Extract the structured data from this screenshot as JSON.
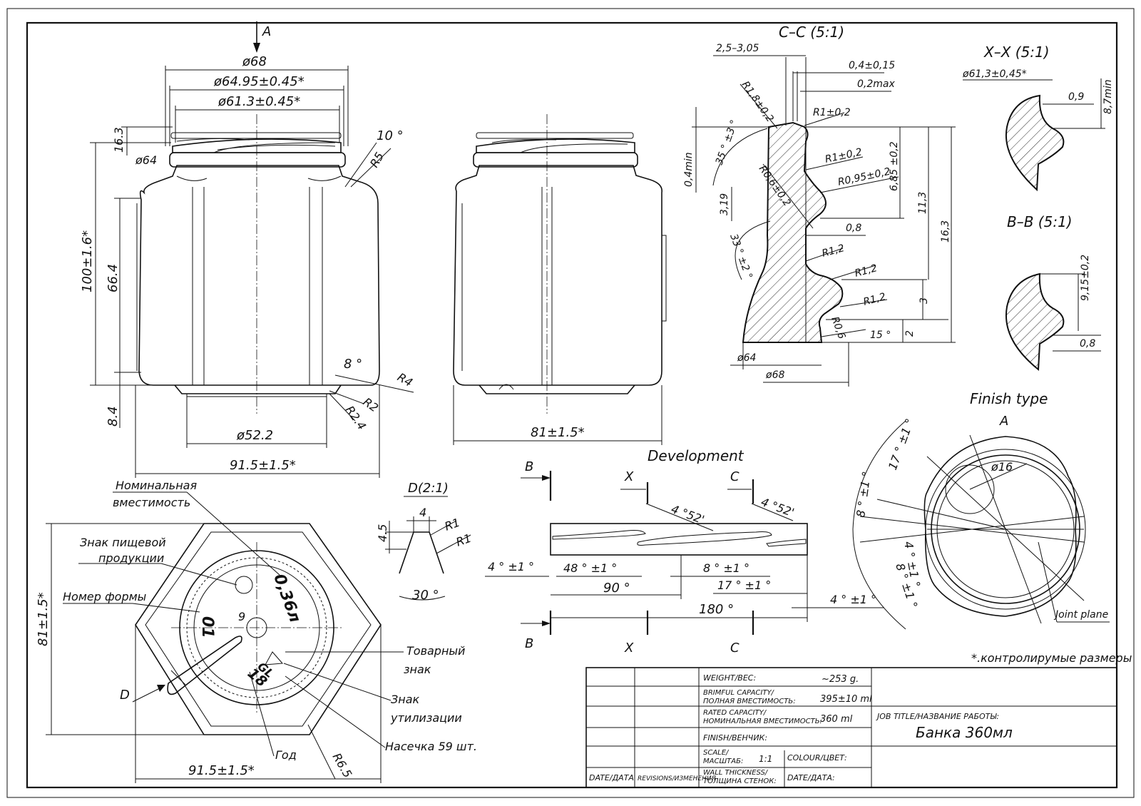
{
  "views": {
    "front": {
      "dims": [
        "ø68",
        "ø64.95±0.45*",
        "ø61.3±0.45*",
        "16.3",
        "ø64",
        "10 °",
        "R5",
        "100±1.6*",
        "66.4",
        "8.4",
        "8 °",
        "R4",
        "R2",
        "R2.4",
        "ø52.2",
        "91.5±1.5*"
      ],
      "view_arrow": "A"
    },
    "side": {
      "dims": [
        "81±1.5*"
      ]
    },
    "section_cc": {
      "title": "C–C (5:1)",
      "dims": [
        "2,5–3,05",
        "0,4±0,15",
        "0,2max",
        "R1,8±0,2",
        "R1±0,2",
        "R1±0,2",
        "R0,95±0,2",
        "R0,6±0,2",
        "35 ° ±3 °",
        "0,4min",
        "3,19",
        "33 ° ±2 °",
        "0,8",
        "R1,2",
        "R1,2",
        "R1,2",
        "R0,6",
        "15 °",
        "2",
        "3",
        "6,85 ±0,2",
        "11,3",
        "16,3",
        "ø64",
        "ø68"
      ]
    },
    "section_xx": {
      "title": "X–X (5:1)",
      "dims": [
        "ø61,3±0,45*",
        "0,9",
        "8,7min"
      ]
    },
    "section_bb": {
      "title": "B–B (5:1)",
      "dims": [
        "9,15±0,2",
        "0,8"
      ]
    },
    "finish": {
      "title": "Finish type",
      "view": "A",
      "dims": [
        "ø16",
        "17 ° ±1 °",
        "8 ° ±1 °",
        "4 ° ±1 °",
        "8 ° ±1 °"
      ],
      "joint": "Joint plane"
    },
    "development": {
      "title": "Development",
      "labels": [
        "B",
        "B",
        "X",
        "X",
        "C",
        "C"
      ],
      "dims": [
        "4 °52'",
        "4 °52'",
        "4 ° ±1 °",
        "48 ° ±1 °",
        "90 °",
        "8 ° ±1 °",
        "17 ° ±1 °",
        "180 °",
        "4 ° ±1 °"
      ]
    },
    "detail_d": {
      "title": "D(2:1)",
      "dims": [
        "4",
        "4.5",
        "R1",
        "R1",
        "30 °"
      ]
    },
    "bottom": {
      "labels": [
        {
          "lines": [
            "Номинальная",
            "вместимость"
          ]
        },
        {
          "lines": [
            "Знак пищевой",
            "продукции"
          ]
        },
        {
          "lines": [
            "Номер формы"
          ]
        },
        {
          "lines": [
            "Товарный",
            "знак"
          ]
        },
        {
          "lines": [
            "Знак",
            "утилизации"
          ]
        },
        {
          "lines": [
            "Насечка 59 шт."
          ]
        },
        {
          "lines": [
            "Год"
          ]
        }
      ],
      "marks": {
        "volume": "0,36л",
        "mold": "01",
        "nine": "9",
        "gl": "GL",
        "year": "18"
      },
      "dims": [
        "81±1.5*",
        "91.5±1.5*",
        "R6.5"
      ],
      "view_arrow": "D"
    }
  },
  "note": "*.контролирумые размеры",
  "title_block": {
    "weight_label": "WEIGHT/ВЕС:",
    "weight_value": "~253 g.",
    "brimful_label1": "BRIMFUL CAPACITY/",
    "brimful_label2": "ПОЛНАЯ ВМЕСТИМОСТЬ:",
    "brimful_value": "395±10 ml",
    "rated_label1": "RATED CAPACITY/",
    "rated_label2": "НОМИНАЛЬНАЯ ВМЕСТИМОСТЬ:",
    "rated_value": "360 ml",
    "finish_label": "FINISH/ВЕНЧИК:",
    "scale_label1": "SCALE/",
    "scale_label2": "МАСШТАБ:",
    "scale_value": "1:1",
    "colour_label": "COLOUR/ЦВЕТ:",
    "wall_label1": "WALL THICKNESS/",
    "wall_label2": "ТОЛЩИНА СТЕНОК:",
    "date_label": "DATE/ДАТА:",
    "date_col": "DATE/ДАТА",
    "revisions_col": "REVISIONS/ИЗМЕНЕНИЯ",
    "job_label": "JOB TITLE/НАЗВАНИЕ РАБОТЫ:",
    "job_value": "Банка 360мл"
  }
}
